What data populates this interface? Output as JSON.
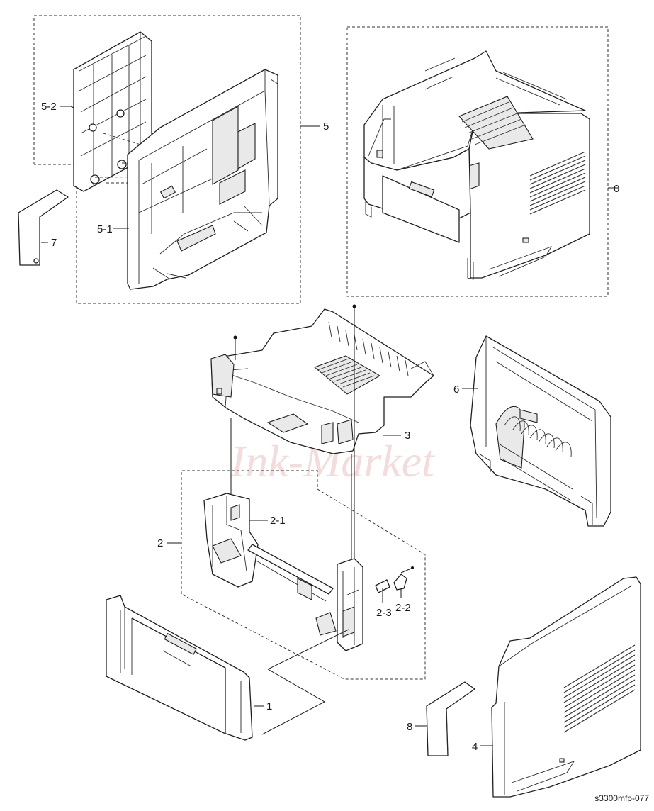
{
  "callouts": {
    "c0": "0",
    "c1": "1",
    "c2": "2",
    "c2_1": "2-1",
    "c2_2": "2-2",
    "c2_3": "2-3",
    "c3": "3",
    "c4": "4",
    "c5": "5",
    "c5_1": "5-1",
    "c5_2": "5-2",
    "c6": "6",
    "c7": "7",
    "c8": "8"
  },
  "watermark": "Ink-Market",
  "figure_id": "s3300mfp-077"
}
